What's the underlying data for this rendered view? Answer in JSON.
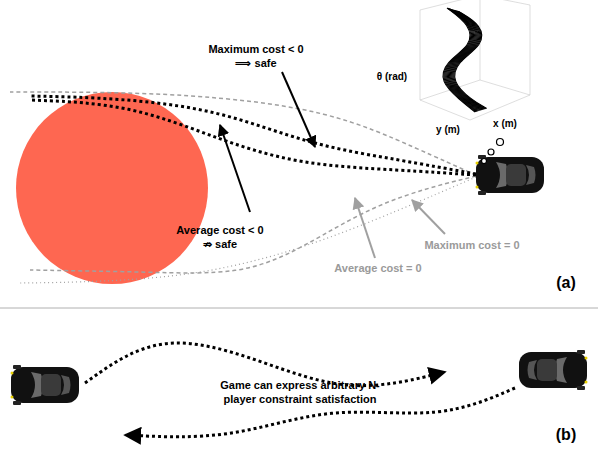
{
  "diagram": {
    "labels": [
      "Maximum cost < 0 ⟹ safe",
      "Average cost < 0 ⇏ safe",
      "Average cost = 0",
      "Maximum cost = 0",
      "θ (rad)",
      "y (m)",
      "x (m)",
      "(a)",
      "Game can express arbitrary N-player constraint satisfaction",
      "(b)"
    ]
  }
}
